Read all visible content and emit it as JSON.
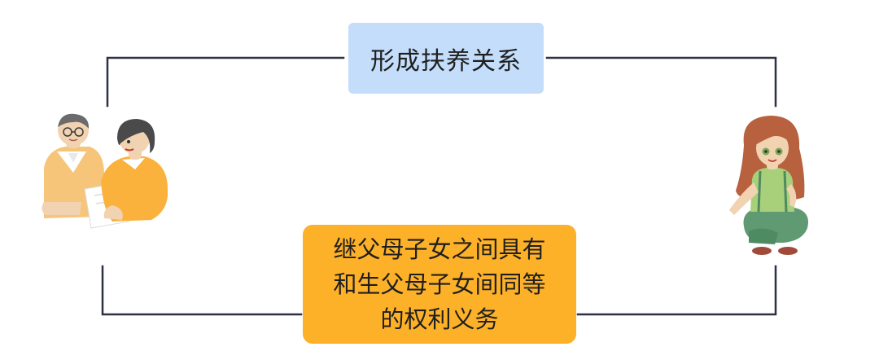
{
  "diagram": {
    "top_box": {
      "label": "形成扶养关系"
    },
    "bottom_box": {
      "label": "继父母子女之间具有\n和生父母子女间同等\n的权利义务"
    },
    "left_figure": {
      "icon": "step-parents-couple-illustration"
    },
    "right_figure": {
      "icon": "step-child-girl-illustration"
    }
  },
  "colors": {
    "top_box_fill": "#c3ddfa",
    "bottom_box_fill": "#fdb128",
    "connector_line": "#2d3142",
    "text": "#1f1f1f"
  }
}
